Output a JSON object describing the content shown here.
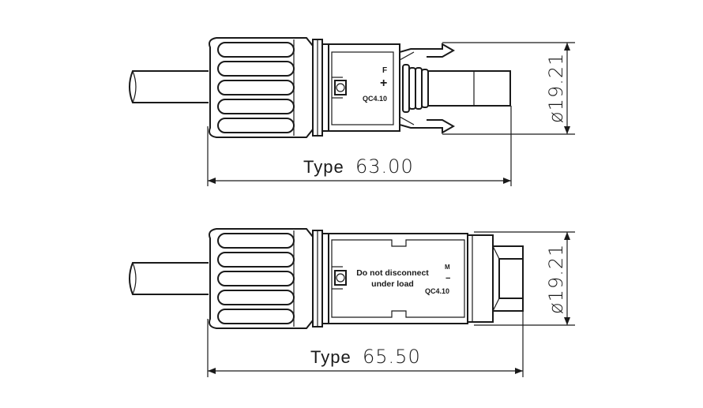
{
  "connectors": [
    {
      "id": "female",
      "polarity_letter": "F",
      "polarity_symbol": "+",
      "model": "QC4.10",
      "length_label": "Type",
      "length_value": "63.00",
      "diameter": "ø19.21"
    },
    {
      "id": "male",
      "warning_line1": "Do not disconnect",
      "warning_line2": "under load",
      "polarity_letter": "M",
      "polarity_symbol": "−",
      "model": "QC4.10",
      "length_label": "Type",
      "length_value": "65.50",
      "diameter": "ø19.21"
    }
  ]
}
